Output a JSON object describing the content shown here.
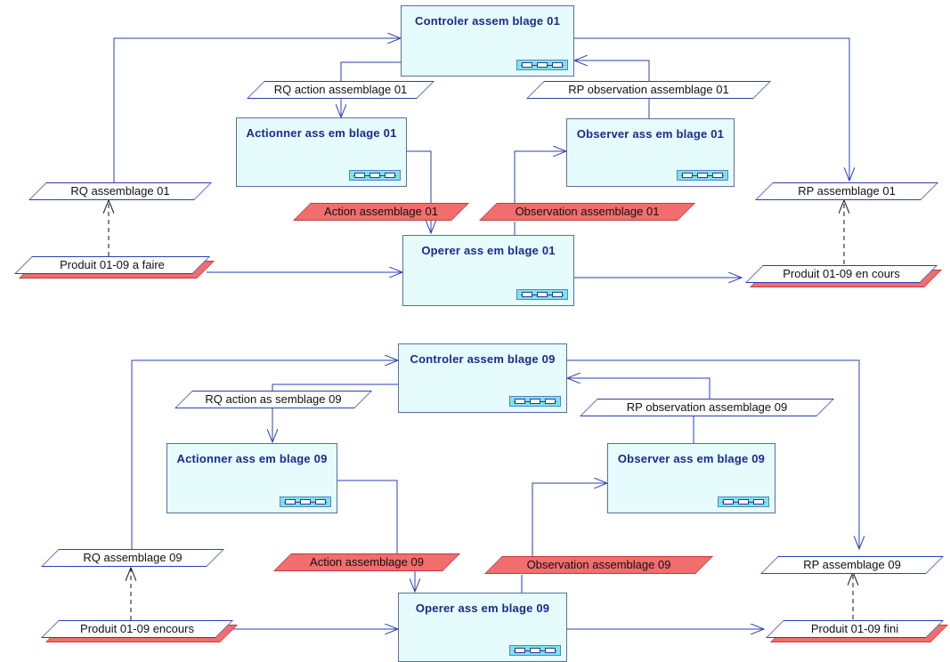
{
  "diagram": {
    "blocks": [
      {
        "processes": {
          "controler": "Controler assem blage 01",
          "actionner": "Actionner ass em blage 01",
          "observer": "Observer ass em blage 01",
          "operer": "Operer ass em blage 01"
        },
        "flows": {
          "rq_action": "RQ action assemblage 01",
          "rp_observation": "RP observation assemblage 01",
          "rq_assemblage": "RQ assemblage 01",
          "rp_assemblage": "RP assemblage 01",
          "action": "Action assemblage 01",
          "observation": "Observation assemblage 01",
          "produit_in": "Produit 01-09 a faire",
          "produit_out": "Produit 01-09 en cours"
        }
      },
      {
        "processes": {
          "controler": "Controler assem blage 09",
          "actionner": "Actionner ass em blage 09",
          "observer": "Observer ass em blage 09",
          "operer": "Operer ass em blage 09"
        },
        "flows": {
          "rq_action": "RQ action as semblage 09",
          "rp_observation": "RP observation assemblage 09",
          "rq_assemblage": "RQ assemblage 09",
          "rp_assemblage": "RP assemblage 09",
          "action": "Action assemblage 09",
          "observation": "Observation assemblage 09",
          "produit_in": "Produit 01-09 encours",
          "produit_out": "Produit 01-09 fini"
        }
      }
    ],
    "colors": {
      "connector": "#2a3fb0",
      "process_fill": "#e6fbfc",
      "process_title": "#1a2b8c",
      "physical_flow_fill": "#f26d6d",
      "info_flow_fill": "#ffffff"
    }
  }
}
